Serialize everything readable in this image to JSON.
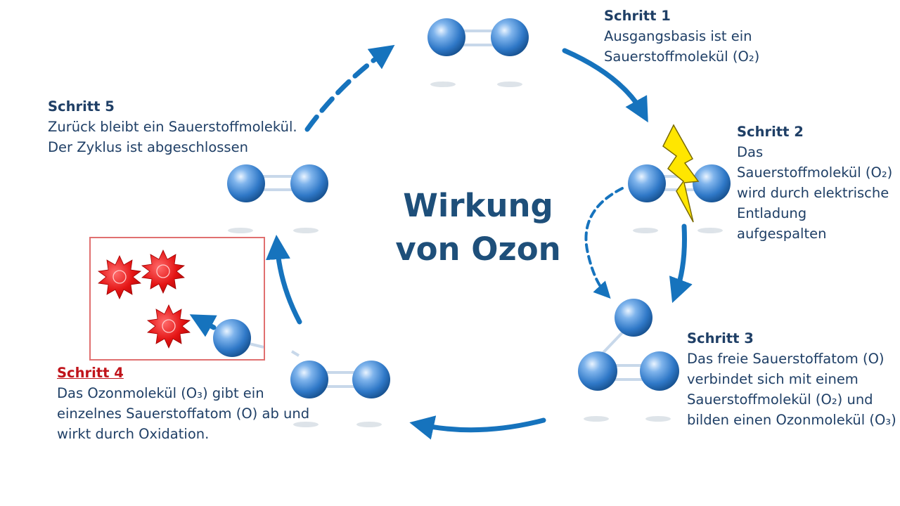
{
  "title": {
    "line1": "Wirkung",
    "line2": "von Ozon"
  },
  "steps": [
    {
      "id": "step1",
      "heading": "Schritt 1",
      "lines": [
        "Ausgangsbasis ist ein",
        "Sauerstoffmolekül (O₂)"
      ]
    },
    {
      "id": "step2",
      "heading": "Schritt 2",
      "lines": [
        "Das",
        "Sauerstoffmolekül (O₂)",
        "wird durch elektrische",
        "Entladung",
        "aufgespalten"
      ]
    },
    {
      "id": "step3",
      "heading": "Schritt 3",
      "lines": [
        "Das freie Sauerstoffatom (O)",
        "verbindet sich mit einem",
        "Sauerstoffmolekül (O₂) und",
        "bilden einen Ozonmolekül (O₃)"
      ]
    },
    {
      "id": "step4",
      "heading": "Schritt 4",
      "lines": [
        "Das Ozonmolekül  (O₃) gibt ein",
        "einzelnes Sauerstoffatom (O) ab und",
        "wirkt durch Oxidation."
      ]
    },
    {
      "id": "step5",
      "heading": "Schritt 5",
      "lines": [
        "Zurück bleibt ein Sauerstoffmolekül.",
        "Der Zyklus ist abgeschlossen"
      ]
    }
  ],
  "colors": {
    "text": "#1f3f66",
    "title": "#1e4f7a",
    "arrow": "#1673bd",
    "atom": "#3a84d0",
    "pollutant": "#e01818",
    "highlight_box": "#e07070",
    "lightning": "#ffe600"
  },
  "icons": [
    "oxygen-atom",
    "lightning-bolt-icon",
    "pollutant-starburst-icon",
    "cycle-arrow"
  ]
}
